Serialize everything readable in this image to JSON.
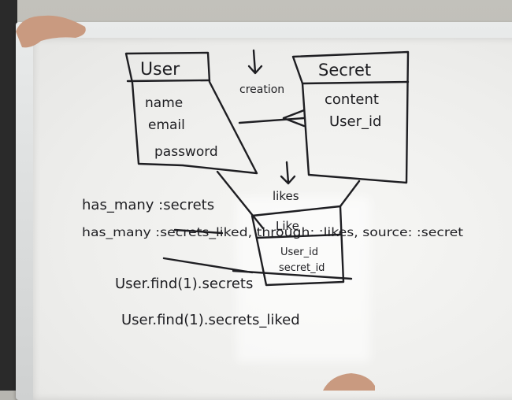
{
  "diagram": {
    "user_entity": {
      "title": "User",
      "fields": [
        "name",
        "email",
        "password"
      ]
    },
    "secret_entity": {
      "title": "Secret",
      "fields": [
        "content",
        "User_id"
      ]
    },
    "like_entity": {
      "title": "Like",
      "fields": [
        "User_id",
        "secret_id"
      ]
    },
    "relation_labels": {
      "creation": "creation",
      "likes": "likes"
    }
  },
  "code_lines": {
    "has_many_secrets": "has_many :secrets",
    "has_many_liked": "has_many :secrets_liked, through: :likes, source: :secret",
    "find_secrets": "User.find(1).secrets",
    "find_liked": "User.find(1).secrets_liked"
  },
  "colors": {
    "ink": "#1e1e22",
    "board": "#f3f3f1",
    "frame": "#dcdede"
  }
}
